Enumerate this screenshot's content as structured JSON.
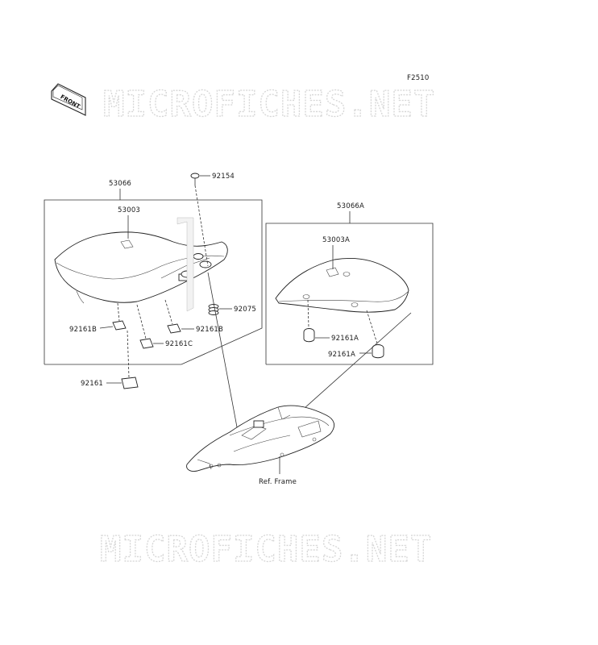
{
  "diagram": {
    "code": "F2510",
    "watermark": "MICROFICHES.NET",
    "front_badge": "FRONT",
    "labels": {
      "seat_front": "53066",
      "seat_front_cover": "53003",
      "bolt": "92154",
      "spring": "92075",
      "damper_b": "92161B",
      "damper_b2": "92161B",
      "damper_c": "92161C",
      "damper": "92161",
      "seat_rear": "53066A",
      "seat_rear_cover": "53003A",
      "damper_a1": "92161A",
      "damper_a2": "92161A",
      "frame": "Ref. Frame"
    }
  }
}
